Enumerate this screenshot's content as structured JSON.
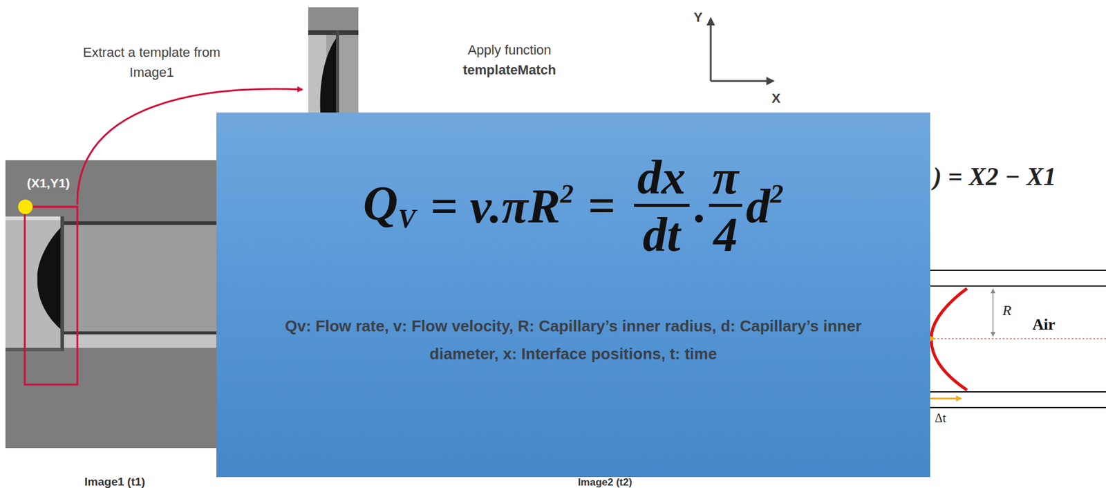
{
  "diagram": {
    "nodes": [
      {
        "text": [
          "Q",
          "V",
          "= v.πR",
          "2",
          "=",
          "dx",
          "dt",
          ".",
          "π",
          "4",
          "d",
          "2",
          "Qv: Flow rate, v: Flow velocity, R: Capillary’s inner radius, d: Capillary’s inner diameter, x: Interface positions, t: time"
        ]
      }
    ],
    "labels": [
      "Extract a template from Image1",
      "Apply function",
      "templateMatch",
      "Y",
      "X",
      "(X1,Y1)",
      ") = X2 − X1",
      "R",
      "Air",
      "Δt",
      "Image1 (t1)",
      "Image2 (t2)"
    ]
  }
}
